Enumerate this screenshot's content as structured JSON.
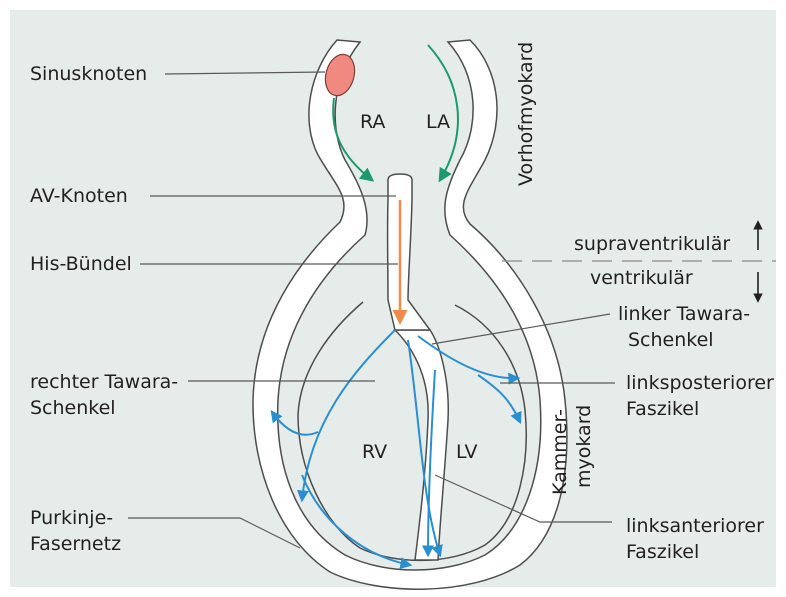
{
  "colors": {
    "background": "#e6ecea",
    "myocardium": "#ffffff",
    "outline": "#4d4d4d",
    "sinus_node": "#f08a80",
    "atrial_conduction": "#1b9a6b",
    "his_bundle": "#f08a4b",
    "ventricular_conduction": "#2a8fd0",
    "leader_line": "#5a5a5a"
  },
  "labels": {
    "sinusknoten": "Sinusknoten",
    "av_knoten": "AV-Knoten",
    "his_buendel": "His-Bündel",
    "rechter_tawara_1": "rechter Tawara-",
    "rechter_tawara_2": "Schenkel",
    "purkinje_1": "Purkinje-",
    "purkinje_2": "Fasernetz",
    "linker_tawara_1": "linker Tawara-",
    "linker_tawara_2": "Schenkel",
    "linksposterior_1": "linksposteriorer",
    "linksposterior_2": "Faszikel",
    "linksanterior_1": "linksanteriorer",
    "linksanterior_2": "Faszikel",
    "supraventrikulaer": "supraventrikulär",
    "ventrikulaer": "ventrikulär",
    "vorhofmyokard": "Vorhofmyokard",
    "kammer_1": "Kammer-",
    "kammer_2": "myokard",
    "ra": "RA",
    "la": "LA",
    "rv": "RV",
    "lv": "LV"
  }
}
